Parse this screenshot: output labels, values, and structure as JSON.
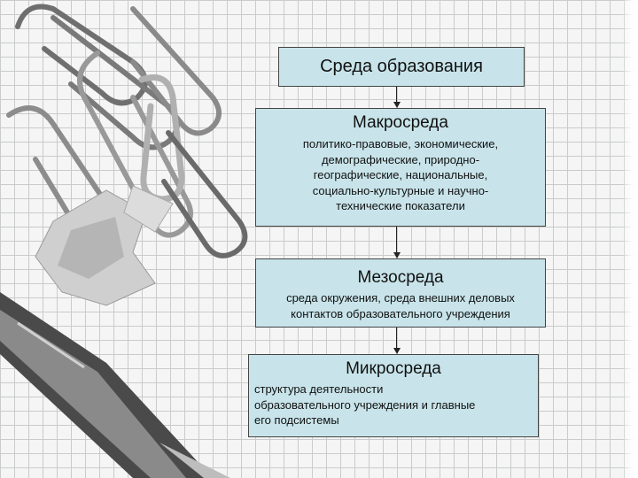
{
  "diagram": {
    "root": {
      "title": "Среда образования"
    },
    "macro": {
      "title": "Макросреда",
      "lines": [
        "политико-правовые, экономические,",
        "демографические, природно-",
        "географические, национальные,",
        "социально-культурные и научно-",
        "технические показатели"
      ]
    },
    "meso": {
      "title": "Мезосреда",
      "lines": [
        "среда окружения, среда внешних деловых",
        "контактов образовательного учреждения"
      ]
    },
    "micro": {
      "title": "Микросреда",
      "lines": [
        "структура деятельности",
        "образовательного учреждения и главные",
        "его подсистемы"
      ]
    }
  },
  "colors": {
    "box_fill": "#c8e4ea",
    "box_border": "#444444",
    "grid": "#c9cccb"
  }
}
